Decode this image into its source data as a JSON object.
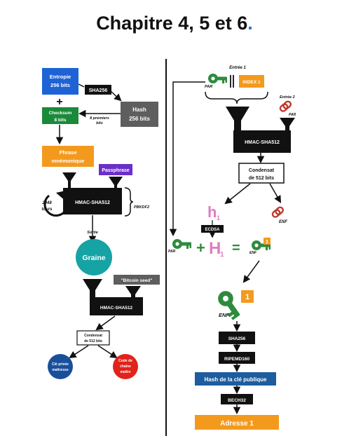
{
  "title": "Chapitre 4, 5 et 6",
  "title_dot": ".",
  "left": {
    "entropy": [
      "Entropie",
      "256 bits"
    ],
    "sha256": "SHA256",
    "plus": "+",
    "hash": [
      "Hash",
      "256 bits"
    ],
    "checksum": [
      "Checksum",
      "8 bits"
    ],
    "first_bits": [
      "8 premiers",
      "bits"
    ],
    "mnemonic": [
      "Phrase",
      "mnémonique"
    ],
    "passphrase": "Passphrase",
    "hmac1": "HMAC-SHA512",
    "rounds": [
      "2048",
      "tours"
    ],
    "pbkdf2": "PBKDF2",
    "output": "Sortie",
    "seed": "Graine",
    "bitcoin_seed": "\"Bitcoin seed\"",
    "hmac2": "HMAC-SHA512",
    "digest": [
      "Condensat",
      "de 512 bits"
    ],
    "master_key": [
      "Clé privée",
      "maîtresse"
    ],
    "chain_code": [
      "Code de",
      "chaîne",
      "maître"
    ]
  },
  "right": {
    "input1": "Entrée 1",
    "index": "INDEX 1",
    "input2": "Entrée 2",
    "par": "PAR",
    "hmac": "HMAC-SHA512",
    "digest": [
      "Condensat",
      "de 512 bits"
    ],
    "h1_letter": "h",
    "h1_sub": "1",
    "enf": "ENF",
    "ecdsa": "ECDSA",
    "par_key": "PAR",
    "plus": "+",
    "H1_letter": "H",
    "H1_sub": "1",
    "equals": "=",
    "enf_key": "ENF",
    "badge": "1",
    "enf_big": "ENF",
    "sha256": "SHA256",
    "ripemd": "RIPEMD160",
    "pubkey_hash": "Hash de la clé publique",
    "bech32": "BECH32",
    "address": "Adresse 1"
  },
  "colors": {
    "blue": "#1e63d6",
    "green": "#1a8a3a",
    "orange": "#f39a1e",
    "purple": "#6a2fc9",
    "teal": "#16a3a3",
    "navy": "#1a4f9a",
    "red": "#e0241b",
    "dark_blue": "#1d5c9e",
    "key_green": "#2e8b3e",
    "pink": "#e07ec0",
    "chain": "#c0392b",
    "black": "#111111"
  }
}
